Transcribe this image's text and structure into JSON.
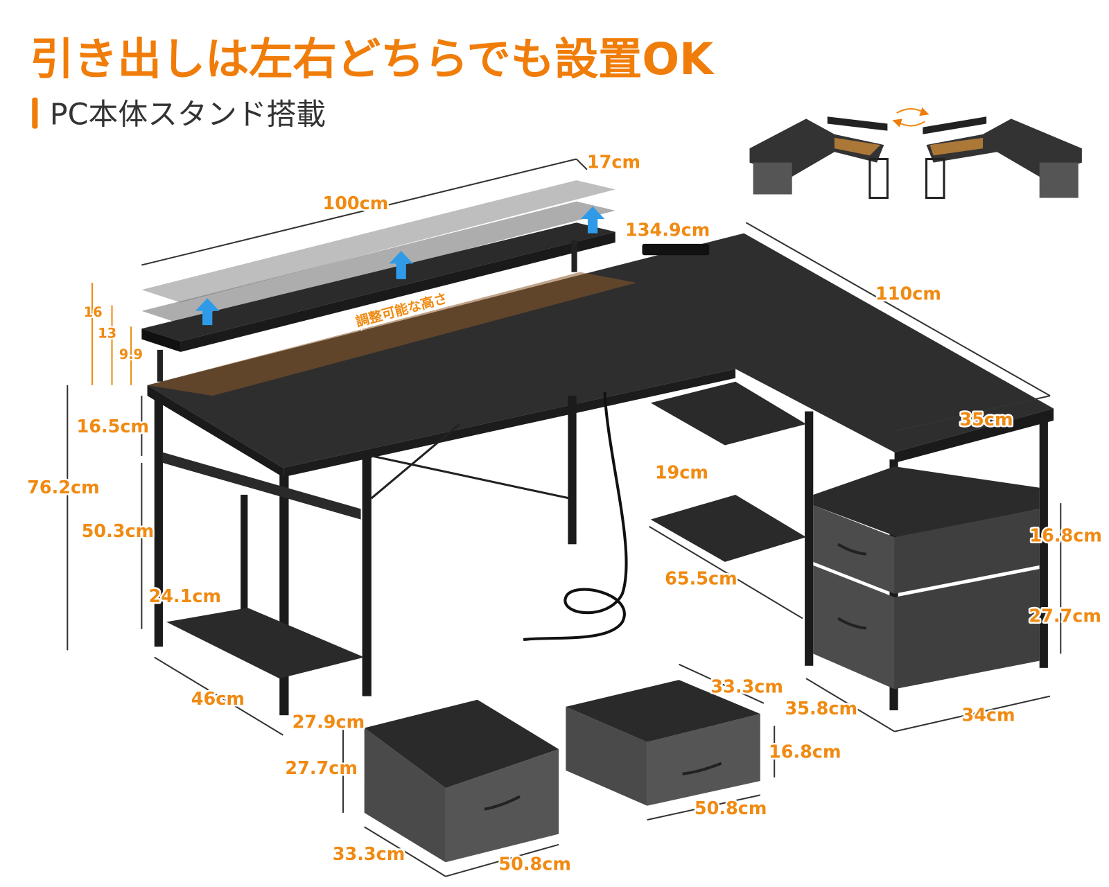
{
  "header": {
    "title": "引き出しは左右どちらでも設置OK",
    "subtitle": "PC本体スタンド搭載"
  },
  "colors": {
    "accent": "#f07d0a",
    "desk": "#2a2a2a",
    "fabric": "#4a4a4a"
  },
  "riser": {
    "depth": "17cm",
    "width": "100cm",
    "adjustable_label": "調整可能な高さ",
    "heights": [
      "16",
      "13",
      "9.9"
    ]
  },
  "desk": {
    "long_side": "134.9cm",
    "short_side": "110cm",
    "side_depth": "35cm",
    "height": "76.2cm",
    "top_to_shelf": "16.5cm",
    "leg_clearance": "50.3cm",
    "bottom_shelf": "24.1cm",
    "shelf_depth": "46cm",
    "shelf_width": "27.9cm",
    "cpu_shelf_height": "19cm",
    "cpu_shelf_width": "65.5cm",
    "cabinet_depth": "35.8cm",
    "cabinet_width": "34cm",
    "upper_drawer_height": "16.8cm",
    "lower_drawer_height": "27.7cm"
  },
  "drawers": {
    "large": {
      "height": "27.7cm",
      "depth": "33.3cm",
      "width": "50.8cm"
    },
    "small": {
      "depth": "33.3cm",
      "height": "16.8cm",
      "width": "50.8cm"
    }
  },
  "icons": [
    "swap-arrows-icon",
    "up-arrow-icon"
  ]
}
